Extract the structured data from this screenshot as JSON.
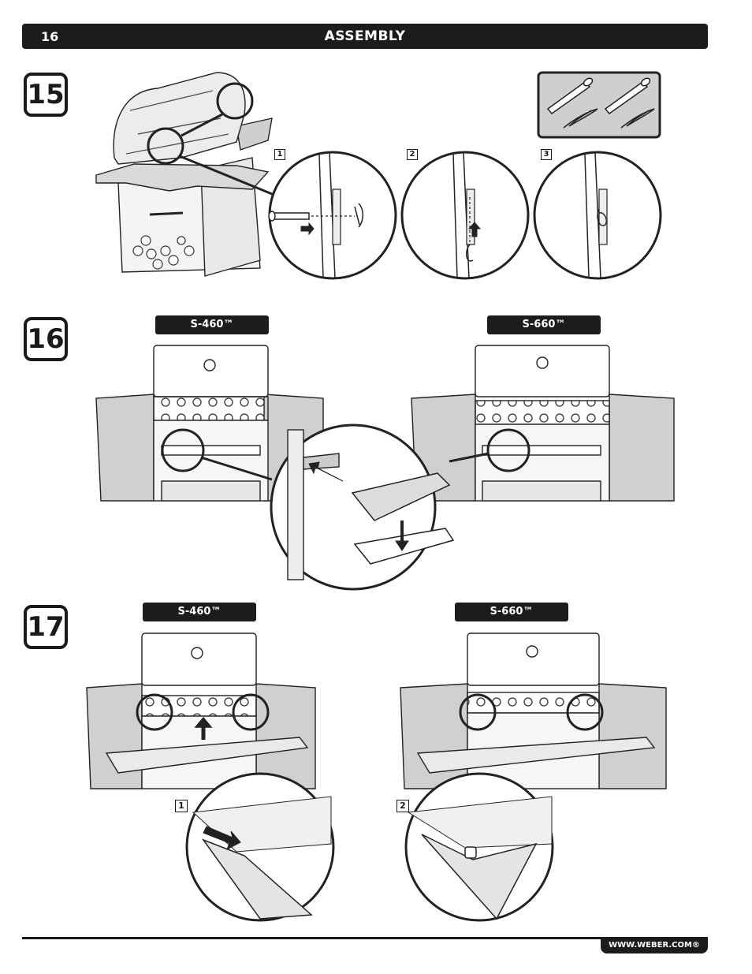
{
  "header": {
    "page_number": "16",
    "title": "ASSEMBLY"
  },
  "steps": [
    {
      "number": "15",
      "substeps": [
        "1",
        "2",
        "3"
      ]
    },
    {
      "number": "16",
      "models": [
        "S-460™",
        "S-660™"
      ]
    },
    {
      "number": "17",
      "models": [
        "S-460™",
        "S-660™"
      ],
      "substeps": [
        "1",
        "2"
      ]
    }
  ],
  "footer": {
    "website": "WWW.WEBER.COM®"
  }
}
